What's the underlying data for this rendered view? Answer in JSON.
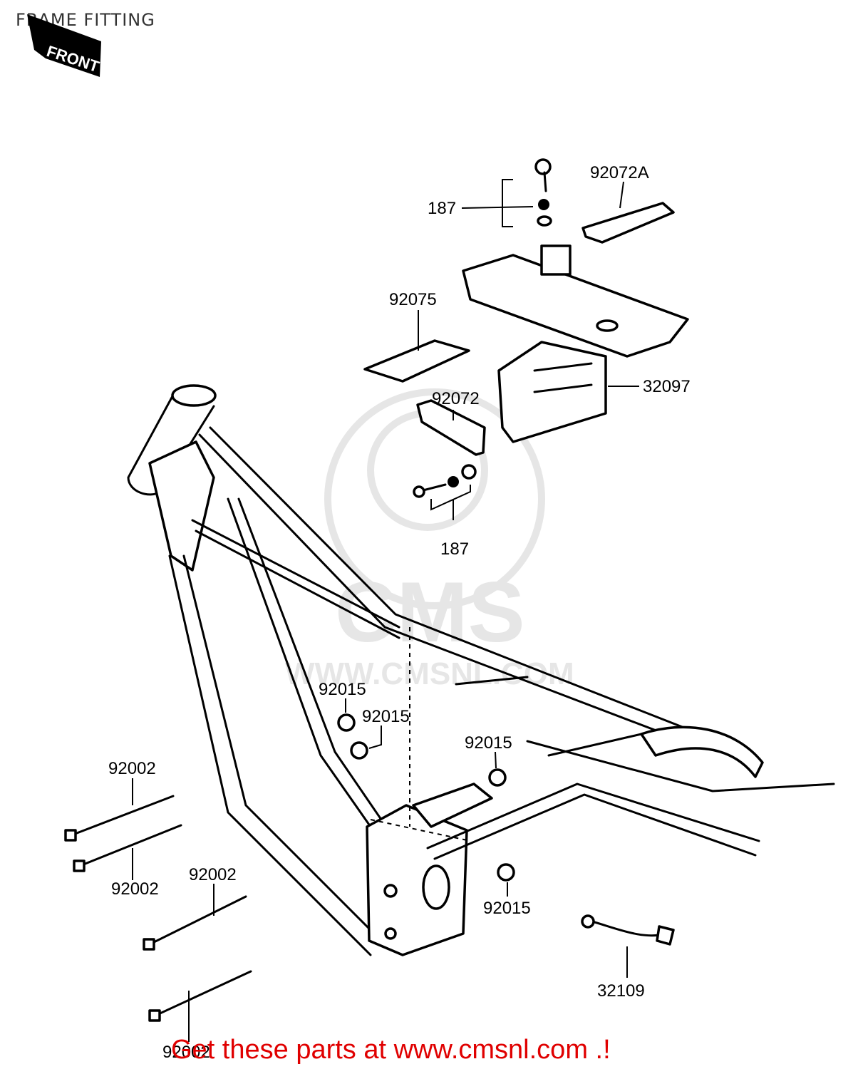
{
  "title": "FRAME FITTING",
  "front_label": "FRONT",
  "watermark": {
    "brand": "CMS",
    "url": "WWW.CMSNL.COM"
  },
  "promo": "Get these parts at www.cmsnl.com .!",
  "colors": {
    "promo": "#e00000",
    "watermark": "#e6e6e6",
    "ink": "#000000"
  },
  "parts": [
    {
      "id": "label-92072A",
      "number": "92072A"
    },
    {
      "id": "label-187-top",
      "number": "187"
    },
    {
      "id": "label-92075",
      "number": "92075"
    },
    {
      "id": "label-32097",
      "number": "32097"
    },
    {
      "id": "label-92072",
      "number": "92072"
    },
    {
      "id": "label-187-bottom",
      "number": "187"
    },
    {
      "id": "label-92015-a",
      "number": "92015"
    },
    {
      "id": "label-92015-b",
      "number": "92015"
    },
    {
      "id": "label-92015-c",
      "number": "92015"
    },
    {
      "id": "label-92015-d",
      "number": "92015"
    },
    {
      "id": "label-92002-a",
      "number": "92002"
    },
    {
      "id": "label-92002-b",
      "number": "92002"
    },
    {
      "id": "label-92002-c",
      "number": "92002"
    },
    {
      "id": "label-92002-d",
      "number": "92002"
    },
    {
      "id": "label-32109",
      "number": "32109"
    }
  ]
}
